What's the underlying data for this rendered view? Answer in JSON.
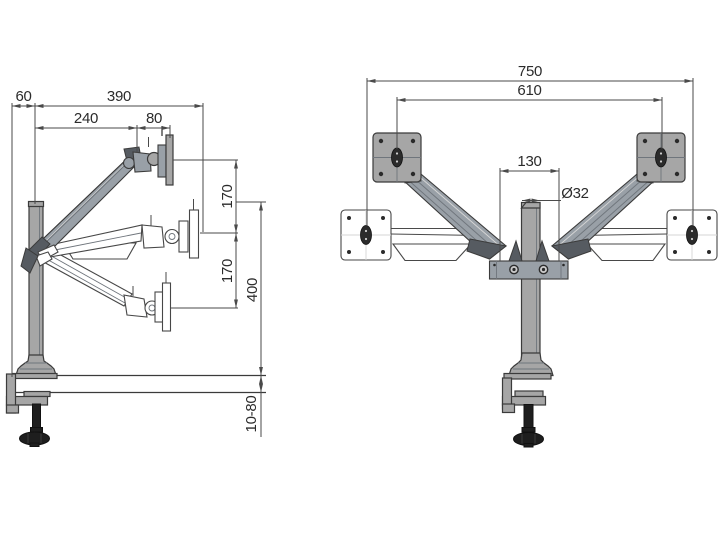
{
  "diagram": {
    "kind": "technical-drawing",
    "subject": "dual-monitor-arm-desk-mount",
    "side_view": {
      "dims": {
        "d60": "60",
        "d390": "390",
        "d240": "240",
        "d80": "80",
        "d170_upper": "170",
        "d170_lower": "170",
        "d400": "400",
        "d_clamp_range": "10-80"
      }
    },
    "front_view": {
      "dims": {
        "d750": "750",
        "d610": "610",
        "d130": "130",
        "d_diameter": "Ø32"
      }
    }
  },
  "colors": {
    "background": "#ffffff",
    "outline": "#3b3b3b",
    "dimension": "#4a4a4a",
    "text": "#2b2b2b",
    "metal_light": "#a6a6a6",
    "metal_mid": "#99a0a7",
    "metal_dark": "#565b61",
    "black_part": "#1e1e1e",
    "white_part": "#ffffff"
  }
}
